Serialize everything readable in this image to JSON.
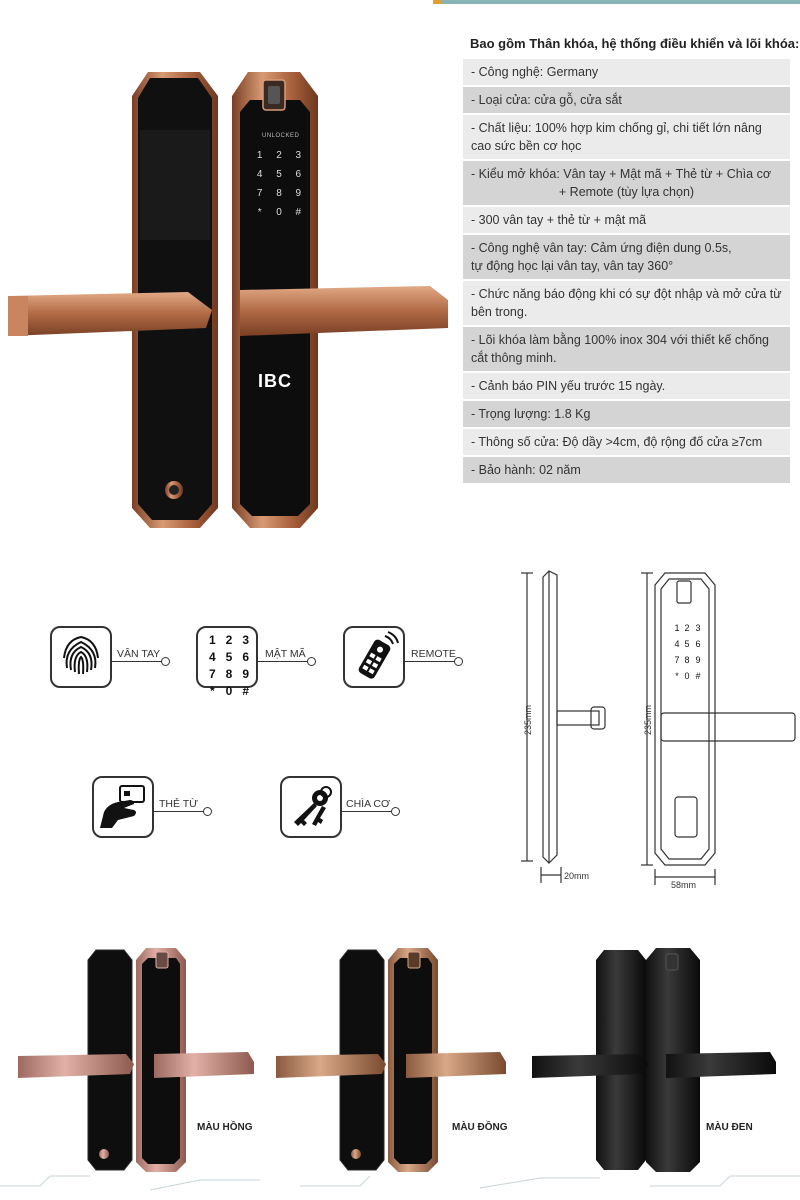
{
  "spec": {
    "heading": "Bao gồm Thân khóa, hệ thống điều khiển và lõi khóa:",
    "items": [
      {
        "text": "- Công nghệ: Germany"
      },
      {
        "text": "- Loại cửa: cửa gỗ, cửa sắt"
      },
      {
        "text": "- Chất liệu: 100% hợp kim chống gỉ, chi tiết lớn nâng cao sức bền cơ học"
      },
      {
        "text": "- Kiểu mở khóa: Vân tay + Mật mã + Thẻ từ + Chìa cơ",
        "text2": "+ Remote (tùy lựa chọn)"
      },
      {
        "text": "- 300 vân tay + thẻ từ + mật mã"
      },
      {
        "text": "- Công nghệ vân tay: Cảm ứng điện dung 0.5s,",
        "text2": "tự động học lại vân tay, vân tay 360°"
      },
      {
        "text": "- Chức năng báo động khi có sự đột nhập và mở cửa từ bên trong."
      },
      {
        "text": "- Lõi khóa làm bằng 100% inox 304 với thiết kế chống cắt thông minh."
      },
      {
        "text": "- Cảnh báo PIN yếu trước 15 ngày."
      },
      {
        "text": "- Trọng lượng: 1.8 Kg"
      },
      {
        "text": "- Thông số cửa: Độ dầy >4cm, độ rộng đố cửa ≥7cm"
      },
      {
        "text": "- Bảo hành: 02 năm"
      }
    ]
  },
  "product": {
    "logo": "IBC",
    "status_text": "UNLOCKED",
    "keys": [
      "1",
      "2",
      "3",
      "4",
      "5",
      "6",
      "7",
      "8",
      "9",
      "*",
      "0",
      "#"
    ]
  },
  "features": {
    "fingerprint": "VÂN TAY",
    "password": "MẬT MÃ",
    "remote": "REMOTE",
    "card": "THẺ TỪ",
    "key": "CHÌA CƠ"
  },
  "dimensions": {
    "height_side": "235mm",
    "height_front": "235mm",
    "depth": "20mm",
    "width": "58mm"
  },
  "variants": {
    "pink": "MÀU HỒNG",
    "bronze": "MÀU ĐỒNG",
    "black": "MÀU ĐEN"
  },
  "colors": {
    "copper": "#b06a45",
    "copper_light": "#d99a78",
    "rose": "#c98a80",
    "panel": "#111111",
    "table_light": "#ebebeb",
    "table_dark": "#d4d4d4"
  }
}
